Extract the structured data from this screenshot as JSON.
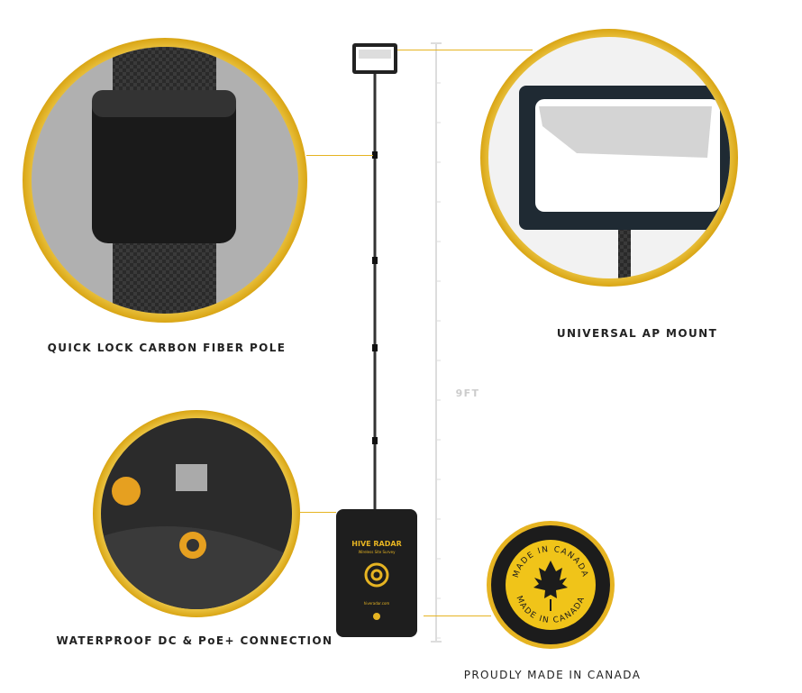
{
  "features": [
    {
      "label": "QUICK LOCK CARBON FIBER POLE"
    },
    {
      "label": "UNIVERSAL AP MOUNT"
    },
    {
      "label": "WATERPROOF DC & PoE+ CONNECTION"
    },
    {
      "label": "PROUDLY MADE IN CANADA"
    }
  ],
  "height_label": "9FT",
  "case": {
    "brand": "HIVE RADAR",
    "subtitle": "Wireless Site Survey",
    "url": "hiveradar.com"
  },
  "badge": {
    "text": "MADE IN CANADA"
  },
  "colors": {
    "accent": "#e6b422",
    "dark": "#1c1c1c"
  }
}
